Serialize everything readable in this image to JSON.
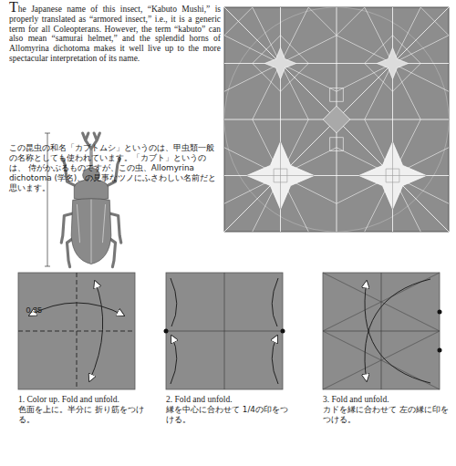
{
  "diagram": {
    "nodes": [
      {
        "text": [
          "1. Color up. Fold and unfold.",
          "色面を上に。半分に 折り筋をつける。"
        ]
      },
      {
        "text": [
          "2. Fold and unfold.",
          "縁を中心に合わせて 1/4の印をつける。"
        ]
      },
      {
        "text": [
          "3. Fold and unfold.",
          "カドを縁に合わせて 左の縁に印をつける。"
        ]
      }
    ],
    "labels": [
      "The Japanese name of this insect, “Kabuto Mushi,” is properly translated as “armored insect,” i.e., it is a generic term for all Coleopterans. However, the term “kabuto” can also mean “samurai helmet,” and the splendid horns of Allomyrina dichotoma makes it well live up to the more spectacular interpretation of its name.",
      "この昆虫の和名「カブトムシ」というのは、甲虫類一般 の名称としても使われています。「カブト」というのは、 侍がかぶるものですが、この虫、Allomyrina dichotoma (学名)、の見事なツノにふさわしい名前だと思います。",
      "0.35"
    ]
  }
}
